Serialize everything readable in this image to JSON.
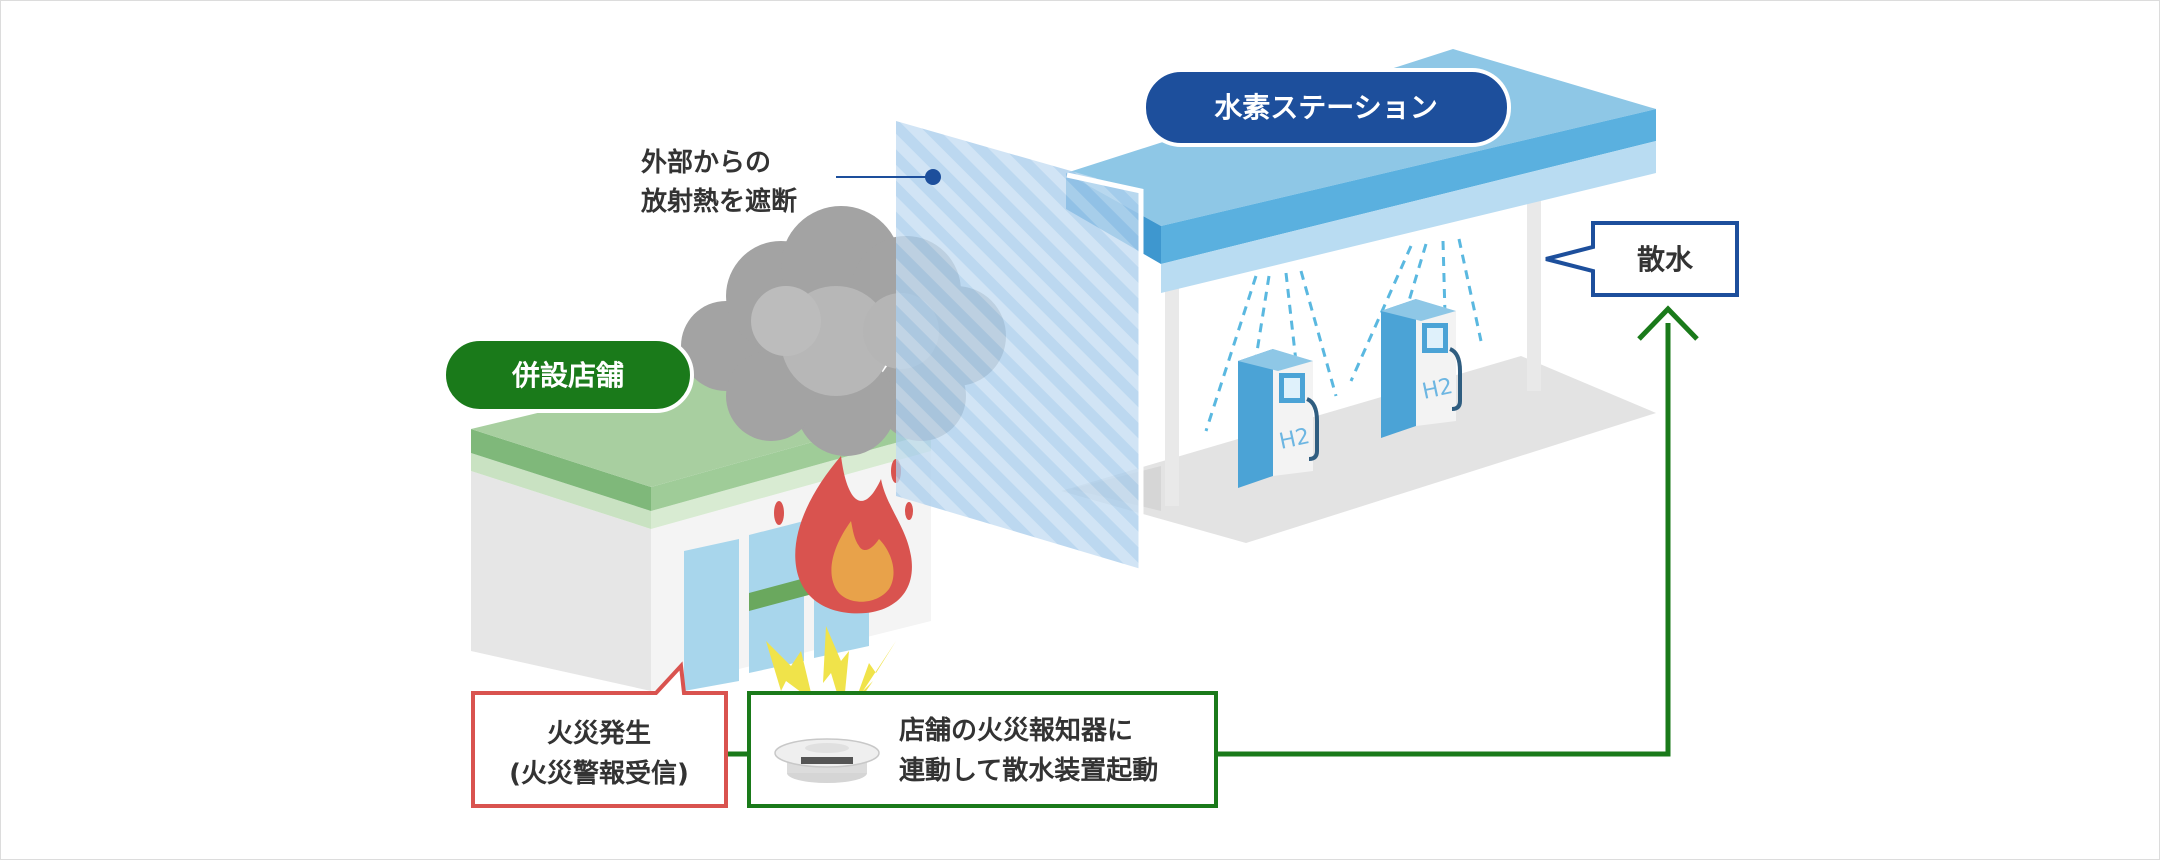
{
  "labels": {
    "station": "水素ステーション",
    "store": "併設店舗",
    "shield_line1": "外部からの",
    "shield_line2": "放射熱を遮断",
    "sprinkler": "散水",
    "fire_line1": "火災発生",
    "fire_line2": "(火災警報受信)",
    "detector_line1": "店舗の火災報知器に",
    "detector_line2": "連動して散水装置起動"
  },
  "dispenser_text": "H2",
  "colors": {
    "station_blue": "#1d4f9c",
    "canopy_light": "#8ec7e6",
    "canopy_mid": "#4ba3d6",
    "store_green": "#1a7a1a",
    "roof_green": "#a8cfa0",
    "fire_red": "#d9534f",
    "flame_orange": "#e8a24a",
    "spark_yellow": "#f0e34a",
    "smoke_gray": "#a3a3a3",
    "arrow_green": "#1a7a1a"
  }
}
